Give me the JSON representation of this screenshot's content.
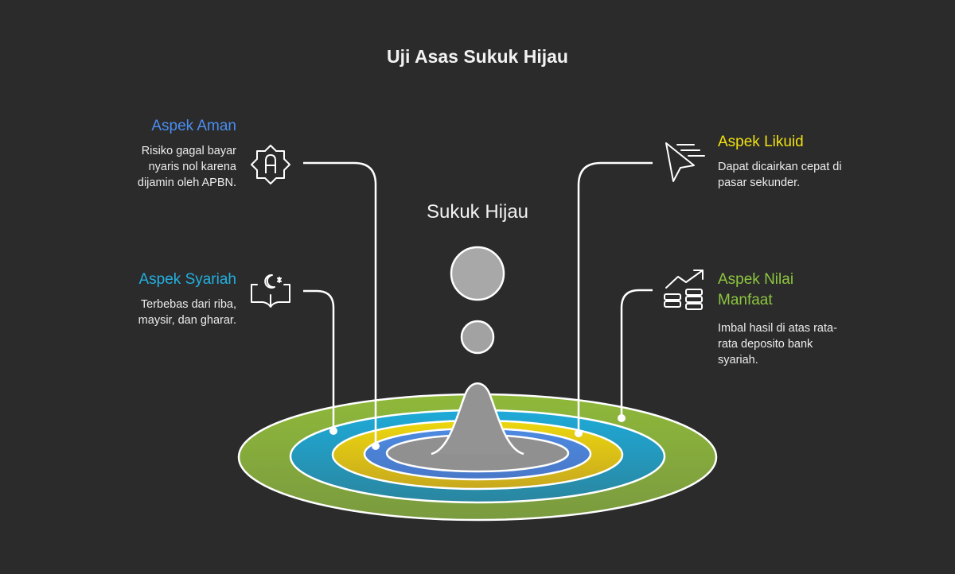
{
  "title": "Uji Asas Sukuk Hijau",
  "center_label": "Sukuk Hijau",
  "colors": {
    "background": "#2b2b2b",
    "aman": "#4a8ef0",
    "syariah": "#22b0e0",
    "likuid": "#f0e010",
    "nilai_manfaat": "#8dc63f",
    "ring_green": "#8ab33a",
    "ring_teal": "#1fa4cf",
    "ring_yellow": "#e2c80f",
    "ring_blue": "#4b84d6",
    "core_gray": "#959595"
  },
  "aspects": {
    "aman": {
      "heading": "Aspek Aman",
      "text_lines": [
        "Risiko gagal bayar",
        "nyaris nol karena",
        "dijamin oleh APBN."
      ],
      "icon": "shield-a-icon"
    },
    "syariah": {
      "heading": "Aspek Syariah",
      "text_lines": [
        "Terbebas dari riba,",
        "maysir, dan gharar."
      ],
      "icon": "quran-crescent-icon"
    },
    "likuid": {
      "heading": "Aspek Likuid",
      "text_lines": [
        "Dapat dicairkan cepat di",
        "pasar sekunder."
      ],
      "icon": "fast-cursor-icon"
    },
    "nilai_manfaat": {
      "heading_lines": [
        "Aspek Nilai",
        "Manfaat"
      ],
      "text_lines": [
        "Imbal hasil di atas rata-",
        "rata deposito bank",
        "syariah."
      ],
      "icon": "growth-coins-icon"
    }
  }
}
